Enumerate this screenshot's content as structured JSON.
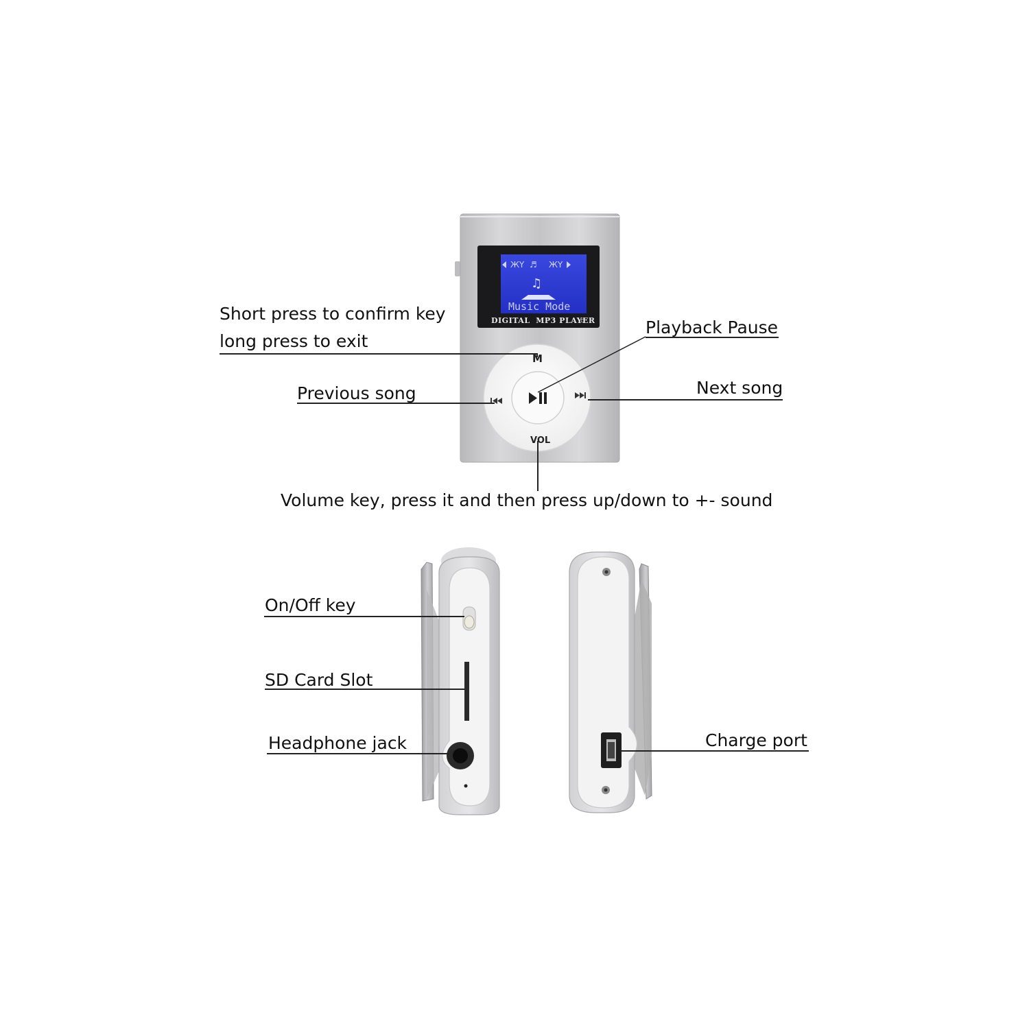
{
  "device": {
    "screen_mode_text": "Music Mode",
    "screen_brand_text": "DIGITAL  MP3 PLAYER",
    "menu_key_text": "M",
    "volume_key_text": "VOL"
  },
  "callouts": {
    "confirm_line1": "Short press to confirm key",
    "confirm_line2": "long press to exit",
    "play_pause": "Playback Pause",
    "previous": "Previous song",
    "next": "Next song",
    "volume": "Volume key, press it and then press up/down to +- sound",
    "on_off": "On/Off key",
    "sd_slot": "SD Card Slot",
    "headphone": "Headphone jack",
    "charge": "Charge port"
  },
  "colors": {
    "body_silver": "#c9c9cb",
    "lcd_blue": "#2f3fd8",
    "wheel_white": "#f7f7f7",
    "leader_line": "#222222"
  }
}
